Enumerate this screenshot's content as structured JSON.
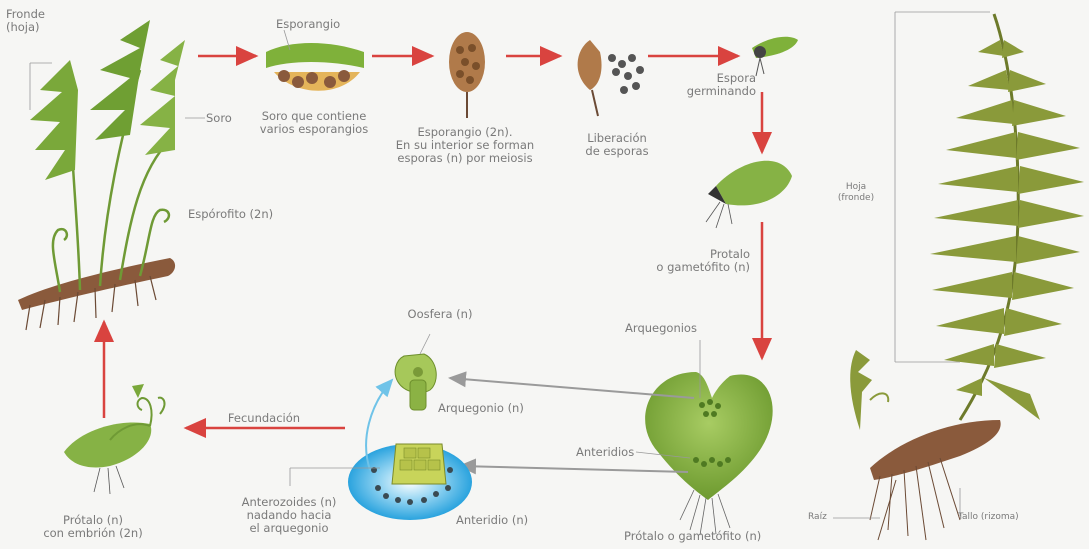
{
  "colors": {
    "arrow_red": "#d9433f",
    "arrow_gray": "#9a9a9a",
    "arrow_blue": "#6fc3e8",
    "leaf_green": "#7aa83a",
    "leaf_light": "#a6c85a",
    "rhizome_brown": "#8a5a3c",
    "spore_brown": "#b07a4a",
    "water_blue": "#35a9e0",
    "text_gray": "#7a7a7a"
  },
  "labels": {
    "fronde": "Fronde\n(hoja)",
    "soro": "Soro",
    "esporofito": "Espórofito (2n)",
    "esporangio_top": "Esporangio",
    "soro_desc": "Soro que contiene\nvarios esporangios",
    "esporangio_meiosis": "Esporangio (2n).\nEn su interior se forman\nesporas (n) por meiosis",
    "liberacion": "Liberación\nde esporas",
    "espora_germinando": "Espora\ngerminando",
    "protalo_gametofito_top": "Protalo\no gametófito (n)",
    "arquegonios": "Arquegonios",
    "oosfera": "Oosfera (n)",
    "arquegonio": "Arquegonio (n)",
    "fecundacion": "Fecundación",
    "anteridios": "Anteridios",
    "anterozoides": "Anterozoides (n)\nnadando hacia\nel arquegonio",
    "anteridio": "Anteridio (n)",
    "protalo_gametofito_bottom": "Prótalo o gametófito (n)",
    "protalo_embrion": "Prótalo (n)\ncon embrión (2n)",
    "hoja_fronde": "Hoja\n(fronde)",
    "raiz": "Raíz",
    "tallo": "Tallo (rizoma)"
  }
}
